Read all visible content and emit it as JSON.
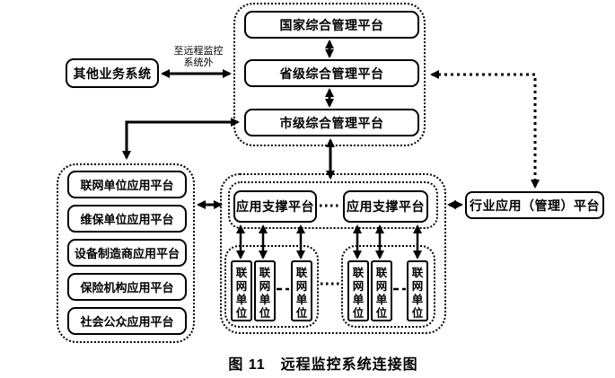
{
  "diagram": {
    "caption": "图 11　远程监控系统连接图",
    "colors": {
      "line": "#000000",
      "background": "#ffffff",
      "text": "#000000"
    },
    "top_group": {
      "national": "国家综合管理平台",
      "provincial": "省级综合管理平台",
      "municipal": "市级综合管理平台"
    },
    "external": {
      "other_systems": "其他业务系统",
      "link_label_line1": "至远程监控",
      "link_label_line2": "系统外"
    },
    "left_group": {
      "items": [
        "联网单位应用平台",
        "维保单位应用平台",
        "设备制造商应用平台",
        "保险机构应用平台",
        "社会公众应用平台"
      ]
    },
    "middle_group": {
      "support_left": "应用支撑平台",
      "support_right": "应用支撑平台",
      "units_left": [
        "联网单位",
        "联网单位",
        "联网单位"
      ],
      "units_right": [
        "联网单位",
        "联网单位",
        "联网单位"
      ]
    },
    "industry_platform": "行业应用（管理）平台"
  }
}
